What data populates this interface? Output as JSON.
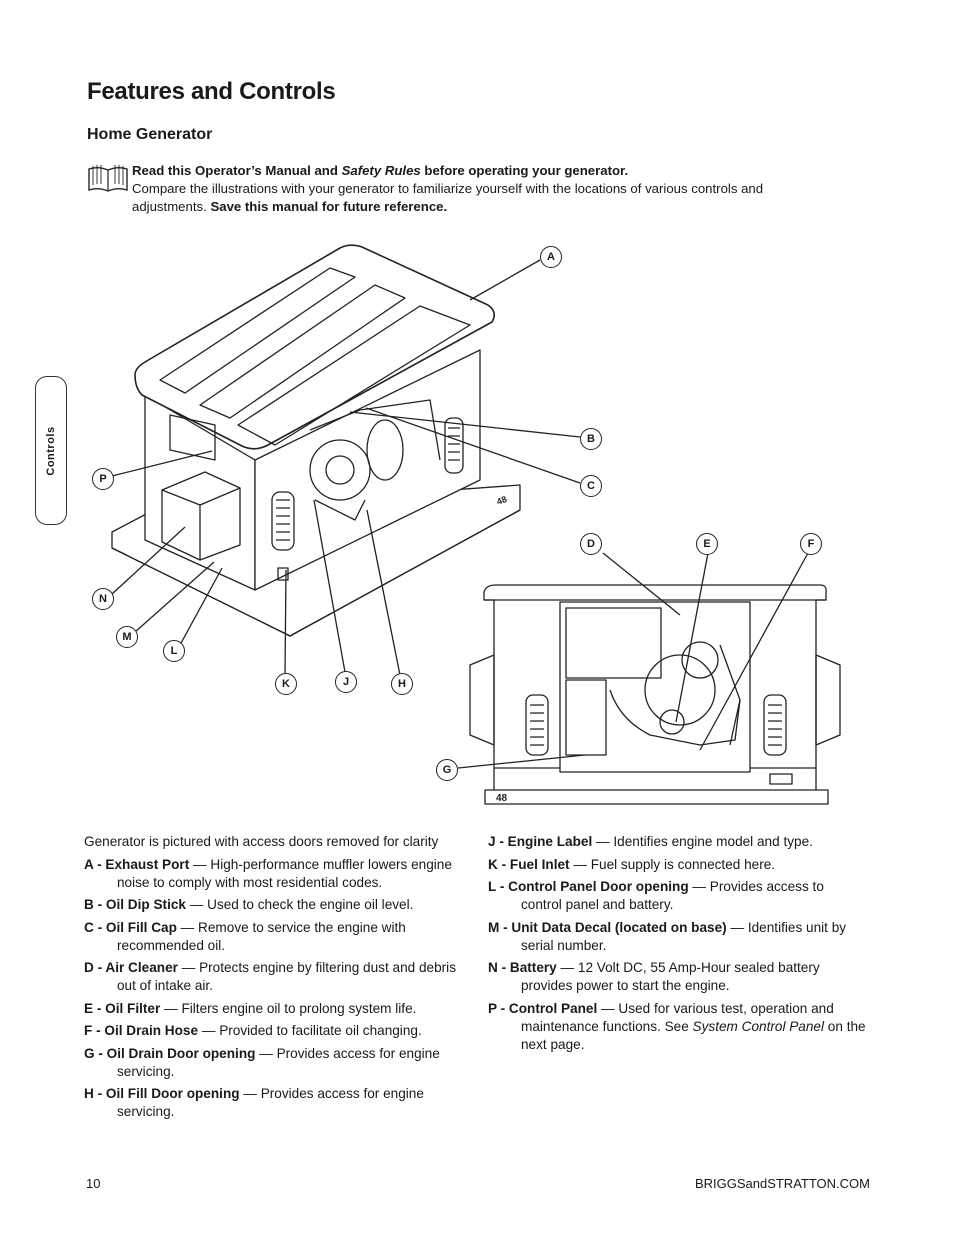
{
  "title": "Features and Controls",
  "subtitle": "Home Generator",
  "side_tab": "Controls",
  "intro": {
    "line1_a": "Read this Operator’s Manual and ",
    "line1_b": "Safety Rules",
    "line1_c": " before operating your generator.",
    "line2": "Compare the illustrations with your generator to familiarize yourself with the locations of various controls and adjustments. ",
    "line2_bold": "Save this manual for future reference."
  },
  "callouts": [
    "A",
    "B",
    "C",
    "D",
    "E",
    "F",
    "G",
    "H",
    "J",
    "K",
    "L",
    "M",
    "N",
    "P"
  ],
  "unit_label": "48",
  "caption": "Generator is pictured with access doors removed for clarity",
  "left_items": [
    {
      "term": "A - Exhaust Port",
      "desc": " — High-performance muffler lowers engine noise to comply with most residential codes."
    },
    {
      "term": "B - Oil Dip Stick",
      "desc": " — Used to check the engine oil level."
    },
    {
      "term": "C - Oil Fill Cap",
      "desc": " — Remove to service the engine with recommended oil."
    },
    {
      "term": "D - Air Cleaner",
      "desc": " — Protects engine by filtering dust and debris out of intake air."
    },
    {
      "term": "E - Oil Filter",
      "desc": " — Filters engine oil to prolong system life."
    },
    {
      "term": "F - Oil Drain Hose",
      "desc": " — Provided to facilitate oil changing."
    },
    {
      "term": "G - Oil Drain Door opening",
      "desc": " — Provides access for engine servicing."
    },
    {
      "term": "H - Oil Fill Door opening",
      "desc": " — Provides access for engine servicing."
    }
  ],
  "right_items": [
    {
      "term": "J - Engine Label",
      "desc": " — Identifies engine model and type."
    },
    {
      "term": "K - Fuel Inlet",
      "desc": " — Fuel supply is connected here."
    },
    {
      "term": "L - Control Panel Door opening",
      "desc": " — Provides access to control panel and battery."
    },
    {
      "term": "M - Unit Data Decal (located on base)",
      "desc": " — Identifies unit by serial number."
    },
    {
      "term": "N - Battery",
      "desc": " — 12 Volt DC, 55 Amp-Hour sealed battery provides power to start the engine."
    },
    {
      "term": "P - Control Panel",
      "desc": " — Used for various test, operation and maintenance functions. See ",
      "desc_italic": "System Control Panel",
      "desc_end": " on the next page."
    }
  ],
  "footer": {
    "page": "10",
    "site": "BRIGGSandSTRATTON.COM"
  }
}
